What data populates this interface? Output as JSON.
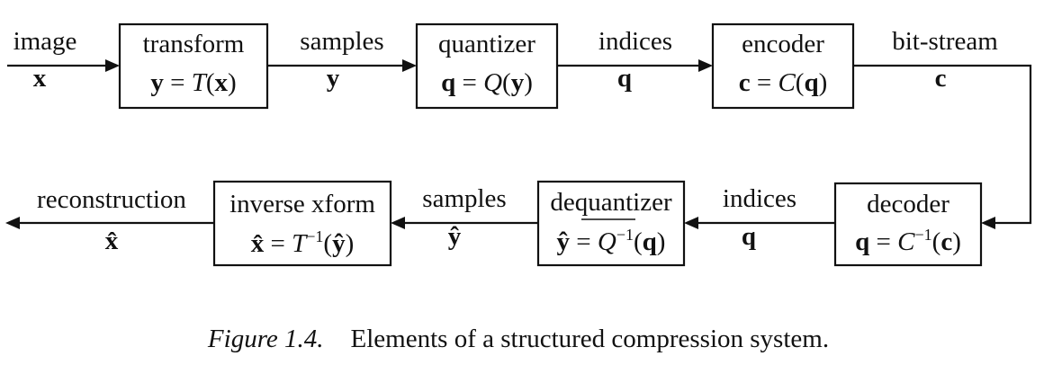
{
  "caption": {
    "label": "Figure 1.4.",
    "text": "Elements of a structured compression system."
  },
  "forward": {
    "input": {
      "label": "image",
      "symbol": "x"
    },
    "transform": {
      "title": "transform",
      "eq_lhs": "y",
      "eq_func": "T",
      "eq_arg": "x"
    },
    "samples": {
      "label": "samples",
      "symbol": "y"
    },
    "quantizer": {
      "title": "quantizer",
      "eq_lhs": "q",
      "eq_func": "Q",
      "eq_arg": "y"
    },
    "indices": {
      "label": "indices",
      "symbol": "q"
    },
    "encoder": {
      "title": "encoder",
      "eq_lhs": "c",
      "eq_func": "C",
      "eq_arg": "q"
    },
    "bitstream": {
      "label": "bit-stream",
      "symbol": "c"
    }
  },
  "inverse": {
    "decoder": {
      "title": "decoder",
      "eq_lhs": "q",
      "eq_func": "C",
      "eq_sup": "−1",
      "eq_arg": "c"
    },
    "indices": {
      "label": "indices",
      "symbol": "q"
    },
    "dequantizer": {
      "title": "dequantizer",
      "eq_lhs": "ŷ",
      "eq_func": "Q",
      "eq_sup": "−1",
      "eq_arg": "q"
    },
    "samples": {
      "label": "samples",
      "symbol": "ŷ"
    },
    "inverse_xform": {
      "title": "inverse xform",
      "eq_lhs": "x̂",
      "eq_func": "T",
      "eq_sup": "−1",
      "eq_arg": "ŷ"
    },
    "output": {
      "label": "reconstruction",
      "symbol": "x̂"
    }
  }
}
